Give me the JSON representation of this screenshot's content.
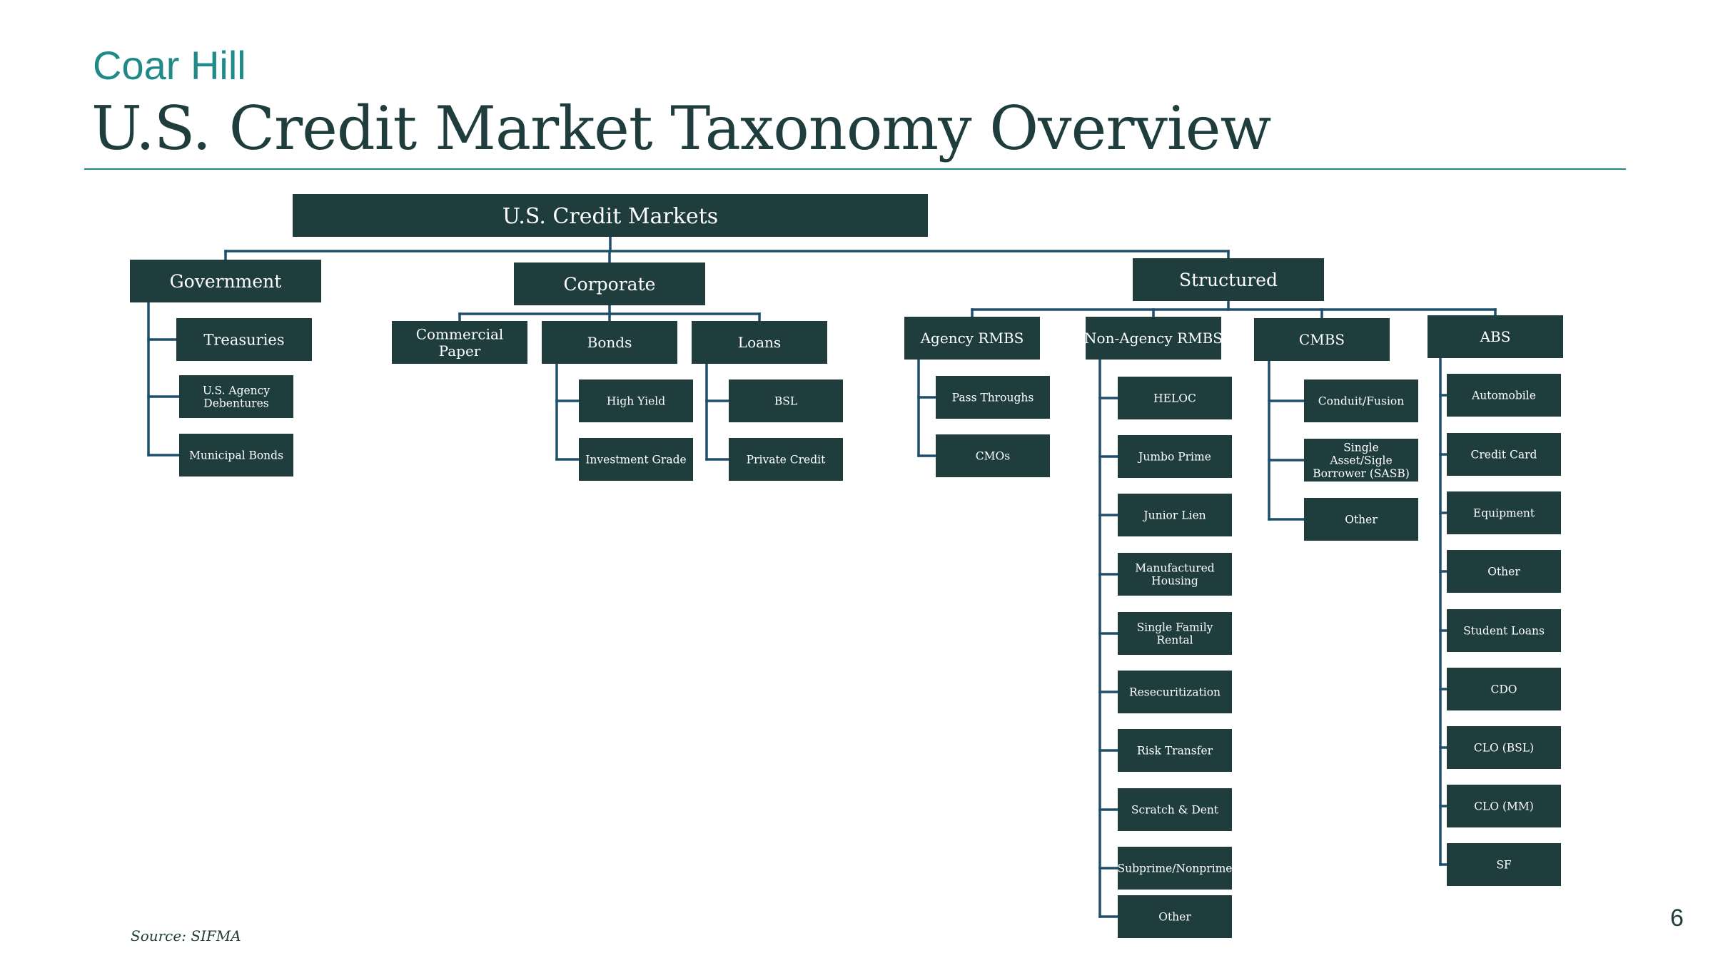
{
  "header": {
    "brand": "Coar Hill",
    "title": "U.S. Credit Market Taxonomy Overview"
  },
  "footer": {
    "source": "Source: SIFMA",
    "page_number": "6"
  },
  "colors": {
    "node_fill": "#1f3d3d",
    "connector": "#1f4e6b",
    "brand": "#1f8a88"
  },
  "taxonomy": {
    "root": "U.S. Credit Markets",
    "government": {
      "label": "Government",
      "children": [
        "Treasuries",
        "U.S. Agency Debentures",
        "Municipal Bonds"
      ]
    },
    "corporate": {
      "label": "Corporate",
      "commercial_paper": "Commercial Paper",
      "bonds": {
        "label": "Bonds",
        "children": [
          "High Yield",
          "Investment Grade"
        ]
      },
      "loans": {
        "label": "Loans",
        "children": [
          "BSL",
          "Private Credit"
        ]
      }
    },
    "structured": {
      "label": "Structured",
      "agency_rmbs": {
        "label": "Agency RMBS",
        "children": [
          "Pass Throughs",
          "CMOs"
        ]
      },
      "non_agency_rmbs": {
        "label": "Non-Agency RMBS",
        "children": [
          "HELOC",
          "Jumbo Prime",
          "Junior Lien",
          "Manufactured Housing",
          "Single Family Rental",
          "Resecuritization",
          "Risk Transfer",
          "Scratch & Dent",
          "Subprime/Nonprime",
          "Other"
        ]
      },
      "cmbs": {
        "label": "CMBS",
        "children": [
          "Conduit/Fusion",
          "Single Asset/Sigle Borrower (SASB)",
          "Other"
        ]
      },
      "abs": {
        "label": "ABS",
        "children": [
          "Automobile",
          "Credit Card",
          "Equipment",
          "Other",
          "Student Loans",
          "CDO",
          "CLO (BSL)",
          "CLO (MM)",
          "SF"
        ]
      }
    }
  }
}
